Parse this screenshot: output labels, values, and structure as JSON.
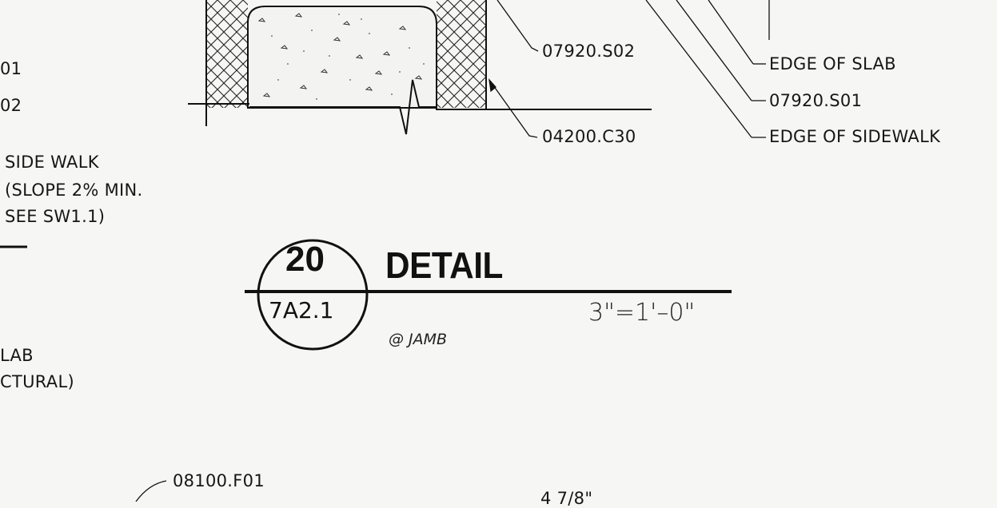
{
  "left_notes": {
    "partial_top": "01",
    "partial_second": "02",
    "sidewalk_line1": "SIDE WALK",
    "sidewalk_line2": "(SLOPE 2% MIN.",
    "sidewalk_line3": "SEE SW1.1)",
    "slab_line1": "LAB",
    "slab_line2": "CTURAL)"
  },
  "callouts": {
    "c_07920_s02": "07920.S02",
    "c_04200_c30": "04200.C30",
    "edge_of_slab": "EDGE OF SLAB",
    "c_07920_s01": "07920.S01",
    "edge_of_sidewalk": "EDGE OF SIDEWALK",
    "c_08100_f01": "08100.F01",
    "partial_dim": "4 7/8\""
  },
  "detail": {
    "number": "20",
    "sheet": "7A2.1",
    "title": "DETAIL",
    "scale": "3\"=1'–0\"",
    "subtitle": "@ JAMB"
  },
  "colors": {
    "ink": "#141414",
    "paper": "#f6f6f4"
  }
}
